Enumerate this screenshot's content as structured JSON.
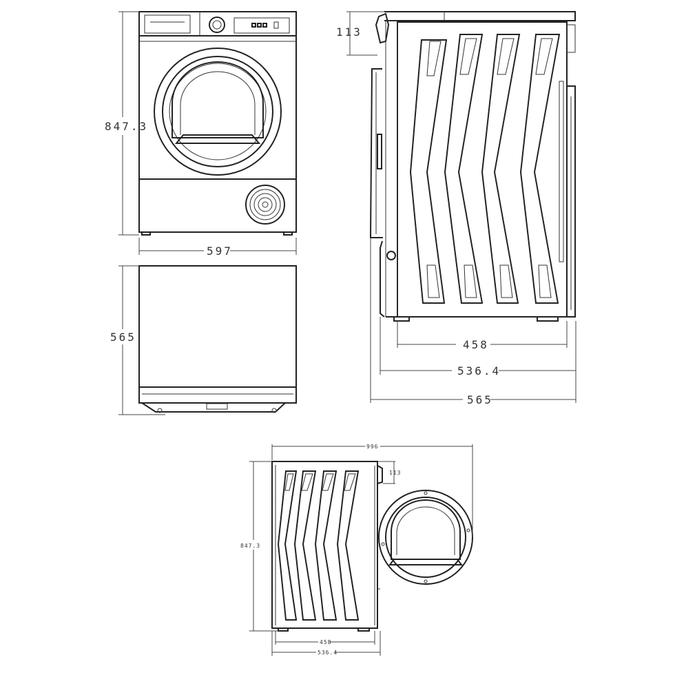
{
  "dimensions": {
    "front_height": "847.3",
    "front_width": "597",
    "top_depth": "565",
    "side_lid": "113",
    "side_base_458": "458",
    "side_base_536": "536.4",
    "side_total_565": "565",
    "open_width": "996",
    "open_lid": "113",
    "open_height": "847.3",
    "open_base_458": "458",
    "open_base_536": "536.4"
  },
  "colors": {
    "line": "#222222",
    "background": "#ffffff"
  }
}
